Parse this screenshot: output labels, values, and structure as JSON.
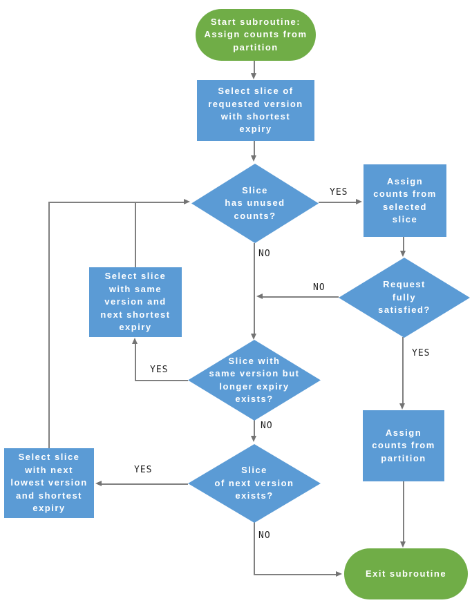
{
  "colors": {
    "node_blue": "#5B9BD5",
    "node_green": "#70AD47",
    "connector": "#7f7f7f",
    "arrowhead": "#737373",
    "edge_label": "#1f1f1f",
    "background": "#ffffff"
  },
  "nodes": {
    "start": {
      "shape": "terminator",
      "label": "Start subroutine:\nAssign counts from\npartition"
    },
    "select_requested": {
      "shape": "process",
      "label": "Select slice of\nrequested version\nwith shortest\nexpiry"
    },
    "has_unused": {
      "shape": "decision",
      "label": "Slice\nhas unused\ncounts?"
    },
    "assign_selected": {
      "shape": "process",
      "label": "Assign\ncounts from\nselected\nslice"
    },
    "request_satisfied": {
      "shape": "decision",
      "label": "Request\nfully\nsatisfied?"
    },
    "select_same_version": {
      "shape": "process",
      "label": "Select slice\nwith same\nversion and\nnext shortest\nexpiry"
    },
    "longer_expiry": {
      "shape": "decision",
      "label": "Slice with\nsame version but\nlonger expiry\nexists?"
    },
    "next_version": {
      "shape": "decision",
      "label": "Slice\nof next version\nexists?"
    },
    "select_next_lowest": {
      "shape": "process",
      "label": "Select slice\nwith next\nlowest version\nand shortest\nexpiry"
    },
    "assign_partition": {
      "shape": "process",
      "label": "Assign\ncounts from\npartition"
    },
    "exit": {
      "shape": "terminator",
      "label": "Exit subroutine"
    }
  },
  "edge_labels": {
    "has_unused_yes": "YES",
    "has_unused_no": "NO",
    "request_satisfied_no": "NO",
    "request_satisfied_yes": "YES",
    "longer_expiry_yes": "YES",
    "longer_expiry_no": "NO",
    "next_version_yes": "YES",
    "next_version_no": "NO"
  }
}
